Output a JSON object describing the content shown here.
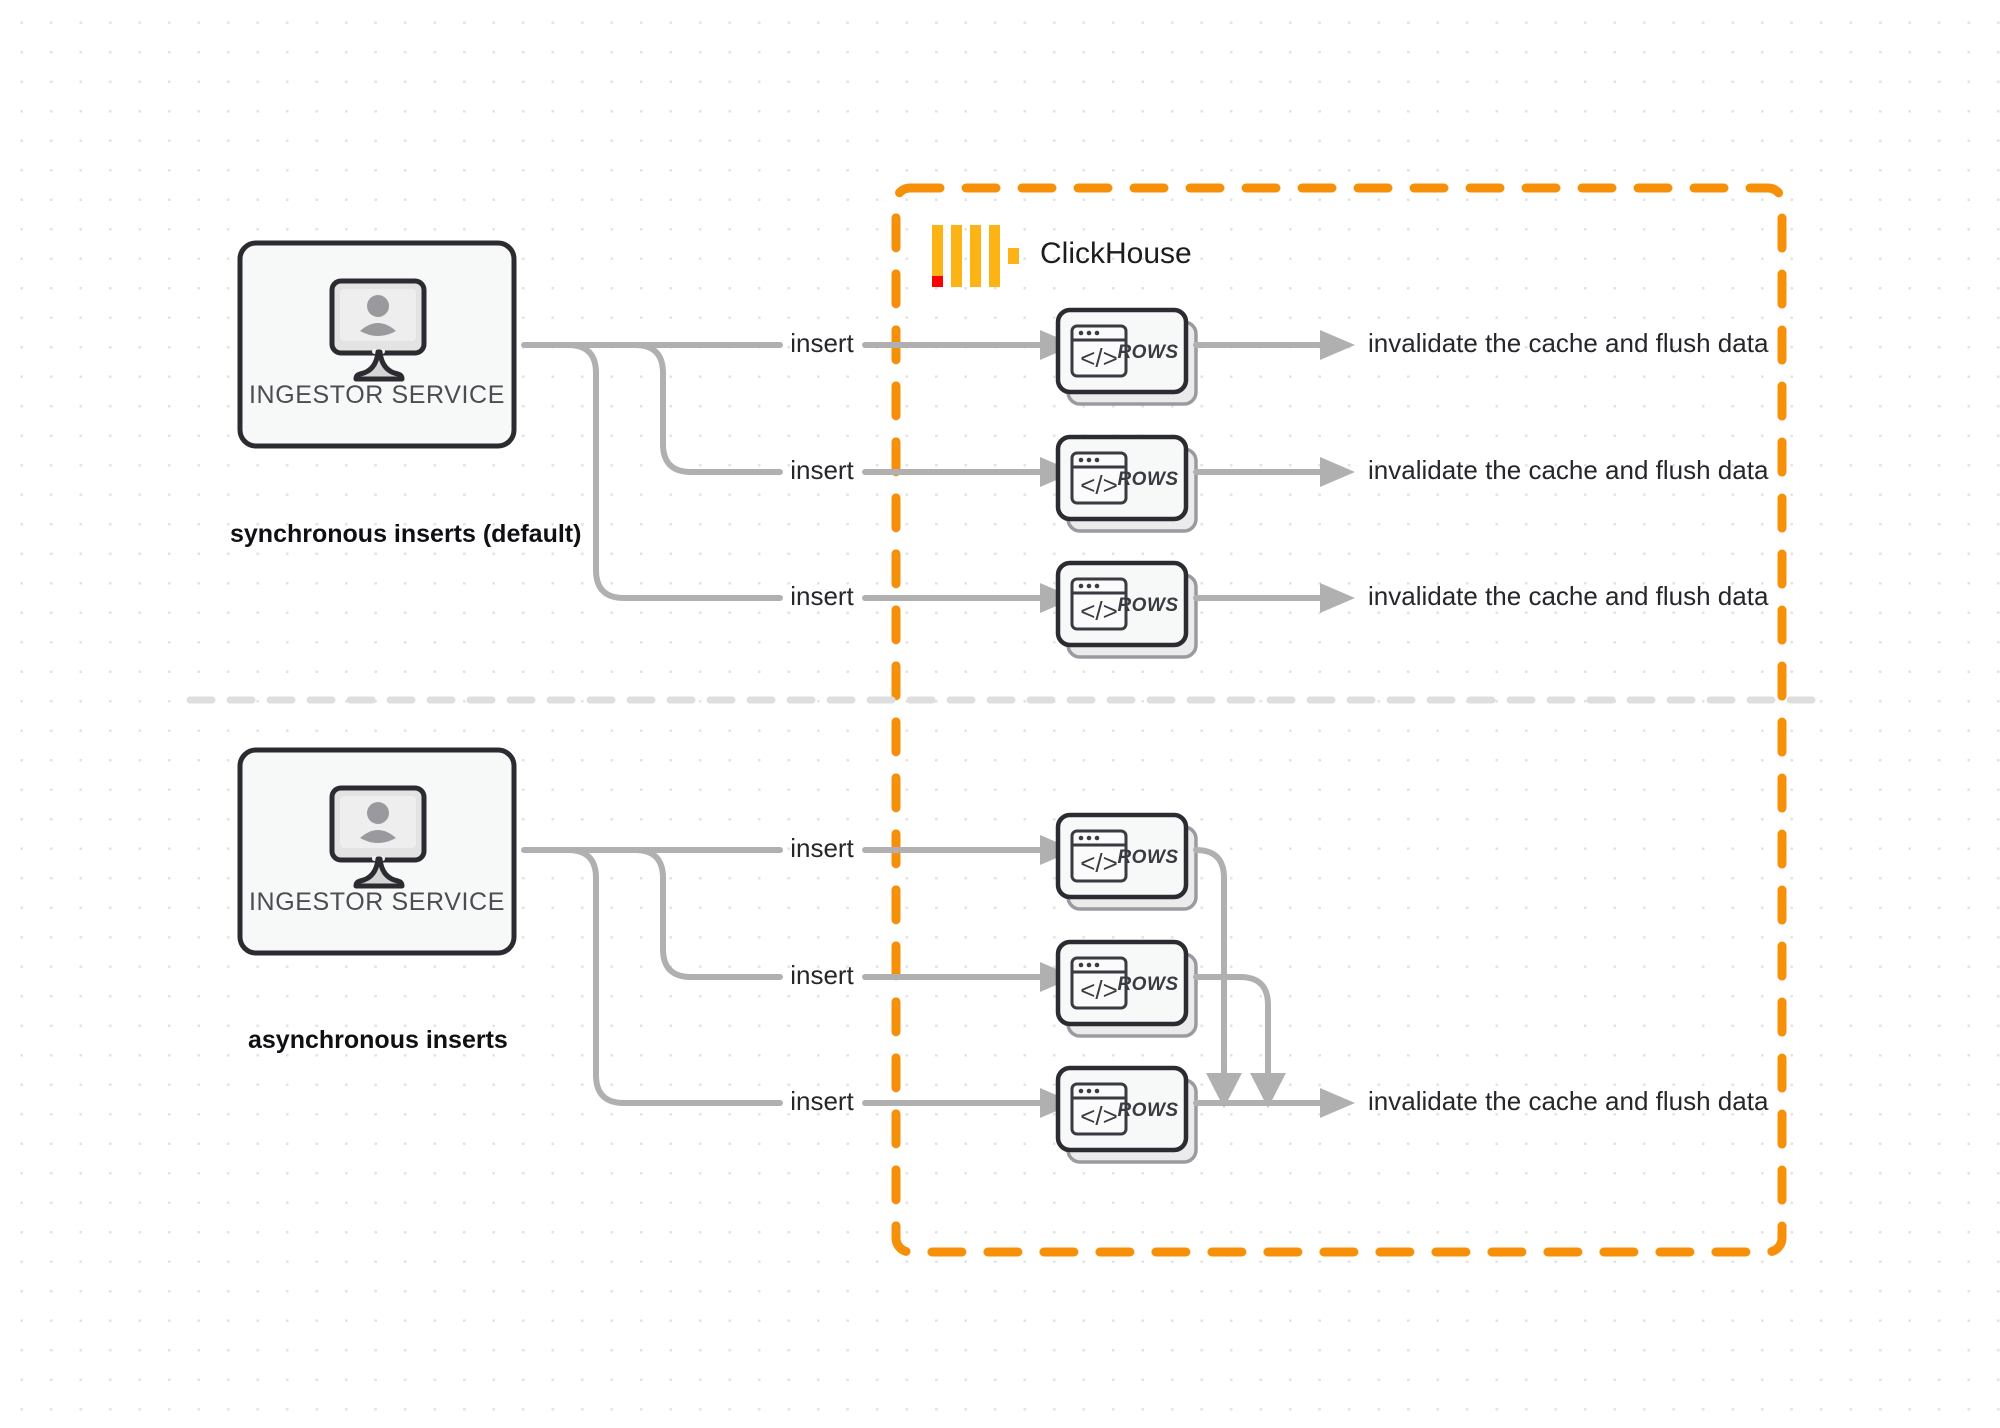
{
  "diagram": {
    "title": "ClickHouse synchronous vs asynchronous inserts",
    "brand": {
      "name": "ClickHouse",
      "logo_icon": "clickhouse-logo-icon",
      "border_color": "#f79009",
      "accent_color": "#fcb316",
      "accent_color_secondary": "#fa0000"
    },
    "sections": [
      {
        "id": "synchronous",
        "mode_label": "synchronous inserts (default)",
        "service": {
          "label": "INGESTOR SERVICE",
          "icon": "monitor-user-icon"
        },
        "flows": [
          {
            "insert_label": "insert",
            "card_label": "ROWS",
            "card_icon": "code-window-icon",
            "result_label": "invalidate the cache and flush data"
          },
          {
            "insert_label": "insert",
            "card_label": "ROWS",
            "card_icon": "code-window-icon",
            "result_label": "invalidate the cache and flush data"
          },
          {
            "insert_label": "insert",
            "card_label": "ROWS",
            "card_icon": "code-window-icon",
            "result_label": "invalidate the cache and flush data"
          }
        ]
      },
      {
        "id": "asynchronous",
        "mode_label": "asynchronous inserts",
        "service": {
          "label": "INGESTOR SERVICE",
          "icon": "monitor-user-icon"
        },
        "flows": [
          {
            "insert_label": "insert",
            "card_label": "ROWS",
            "card_icon": "code-window-icon",
            "result_label": ""
          },
          {
            "insert_label": "insert",
            "card_label": "ROWS",
            "card_icon": "code-window-icon",
            "result_label": ""
          },
          {
            "insert_label": "insert",
            "card_label": "ROWS",
            "card_icon": "code-window-icon",
            "result_label": "invalidate the cache and flush data"
          }
        ]
      }
    ]
  }
}
